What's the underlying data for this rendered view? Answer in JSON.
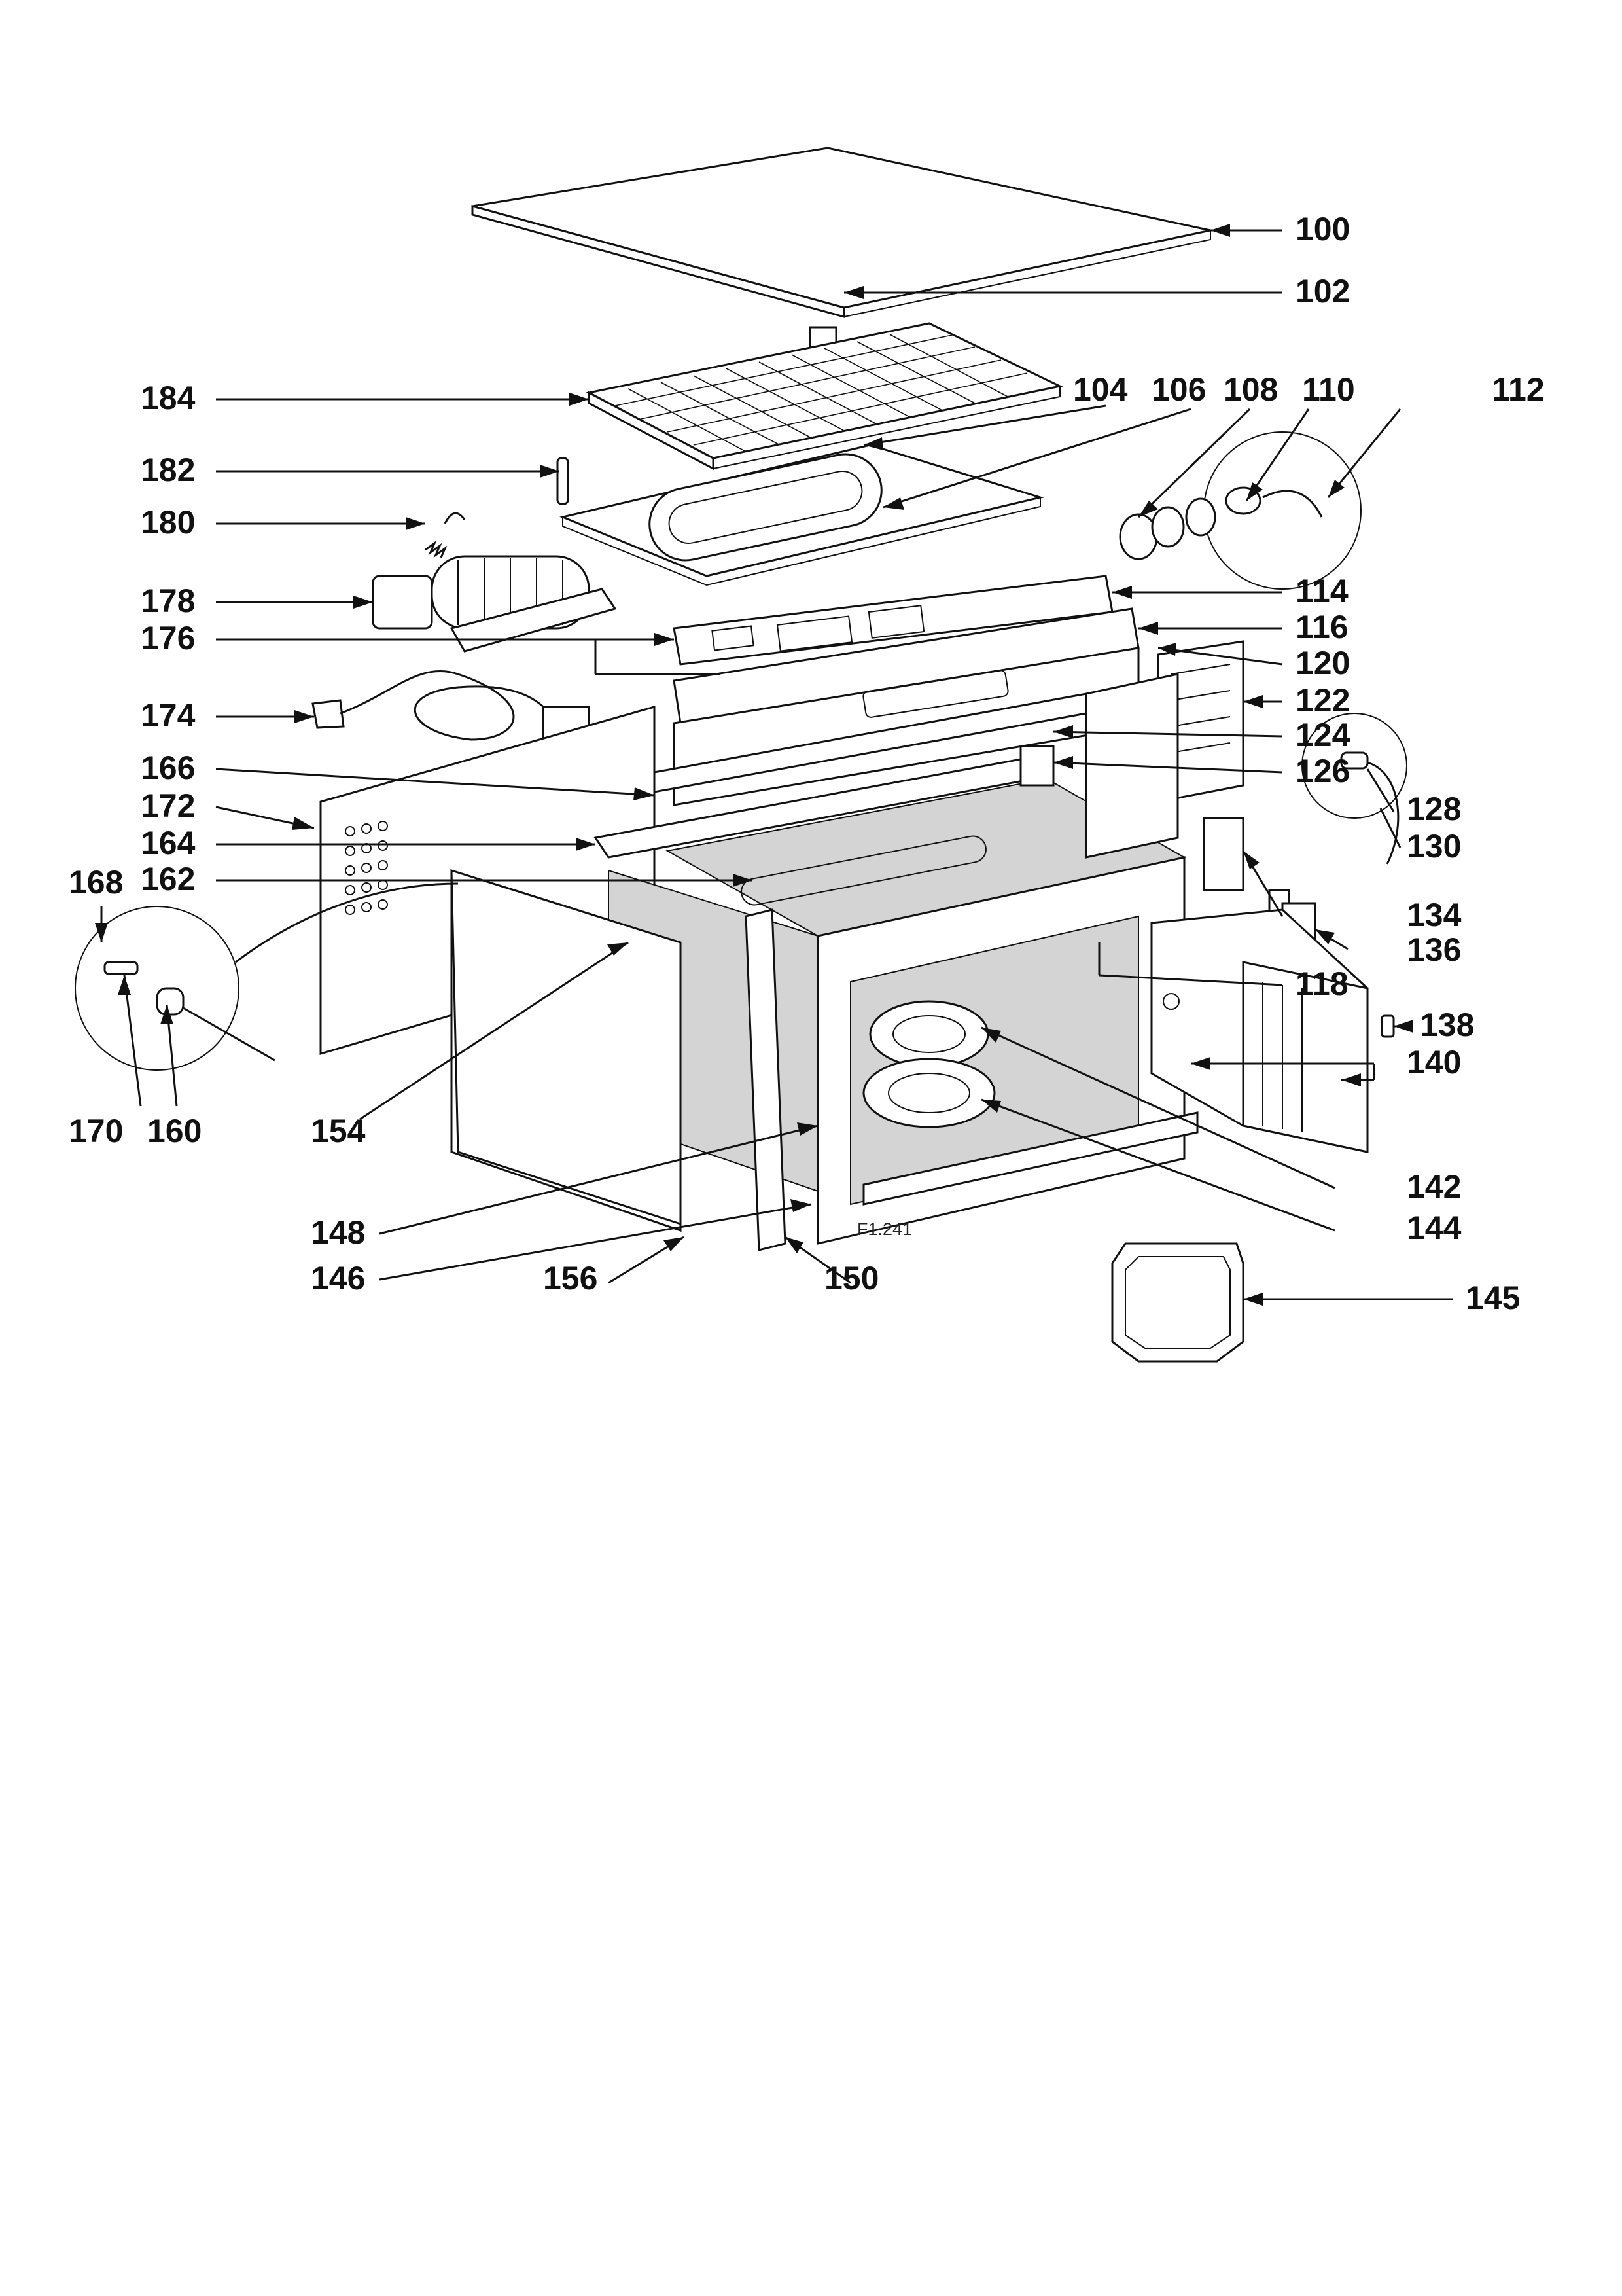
{
  "figure_code": "F1.241",
  "parts": {
    "p100": "100",
    "p102": "102",
    "p104": "104",
    "p106": "106",
    "p108": "108",
    "p110": "110",
    "p112": "112",
    "p114": "114",
    "p116": "116",
    "p118": "118",
    "p120": "120",
    "p122": "122",
    "p124": "124",
    "p126": "126",
    "p128": "128",
    "p130": "130",
    "p134": "134",
    "p136": "136",
    "p138": "138",
    "p140": "140",
    "p142": "142",
    "p144": "144",
    "p145": "145",
    "p146": "146",
    "p148": "148",
    "p150": "150",
    "p154": "154",
    "p156": "156",
    "p160": "160",
    "p162": "162",
    "p164": "164",
    "p166": "166",
    "p168": "168",
    "p170": "170",
    "p172": "172",
    "p174": "174",
    "p176": "176",
    "p178": "178",
    "p180": "180",
    "p182": "182",
    "p184": "184"
  }
}
